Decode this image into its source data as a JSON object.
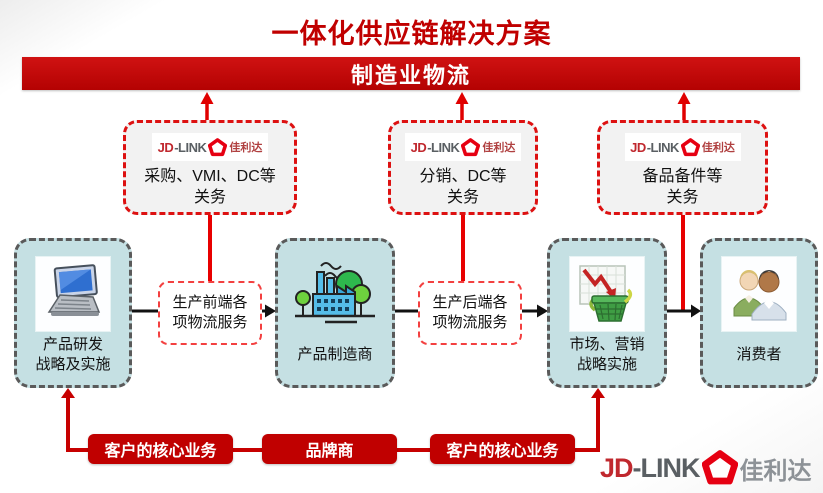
{
  "title": "一体化供应链解决方案",
  "banner": {
    "label": "制造业物流"
  },
  "brand": {
    "jd": "JD",
    "link": "-LINK",
    "name": "佳利达",
    "emblem_icon": "pentagon-shield-icon"
  },
  "customs_boxes": [
    {
      "line1": "采购、VMI、DC等",
      "line2": "关务"
    },
    {
      "line1": "分销、DC等",
      "line2": "关务"
    },
    {
      "line1": "备品备件等",
      "line2": "关务"
    }
  ],
  "entity_boxes": [
    {
      "line1": "产品研发",
      "line2": "战略及实施",
      "icon": "laptop-icon"
    },
    {
      "line1": "产品制造商",
      "line2": "",
      "icon": "factory-icon"
    },
    {
      "line1": "市场、营销",
      "line2": "战略实施",
      "icon": "chart-basket-icon"
    },
    {
      "line1": "消费者",
      "line2": "",
      "icon": "people-icon"
    }
  ],
  "service_boxes": [
    {
      "line1": "生产前端各",
      "line2": "项物流服务"
    },
    {
      "line1": "生产后端各",
      "line2": "项物流服务"
    }
  ],
  "bottom_banners": {
    "left": "客户的核心业务",
    "center": "品牌商",
    "right": "客户的核心业务"
  },
  "colors": {
    "main_red": "#c00000",
    "arrow_red": "#e00000",
    "dashed_red_border": "#f34040",
    "teal_fill": "#c5e0e3",
    "gray_dashed_border": "#5a5a5a",
    "customs_fill": "#f2f2f2",
    "brand_red": "#c0282e",
    "brand_gray": "#8d9297"
  }
}
